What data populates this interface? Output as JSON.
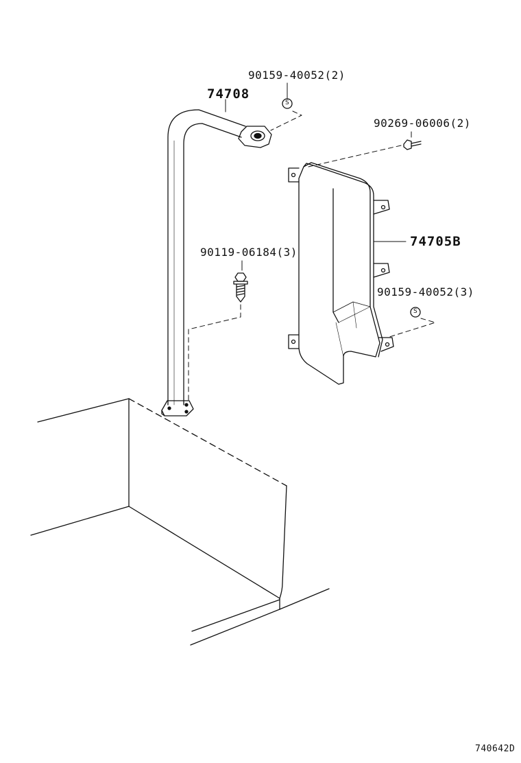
{
  "labels": {
    "p74708": "74708",
    "p90159_top": "90159-40052(2)",
    "p90269": "90269-06006(2)",
    "p74705b": "74705B",
    "p90119": "90119-06184(3)",
    "p90159_right": "90159-40052(3)",
    "diagram_code": "740642D"
  },
  "symbols": {
    "washer_mark": "S"
  },
  "icons": {
    "washer": "washer-icon",
    "bolt": "bolt-icon",
    "screw": "screw-icon"
  },
  "colors": {
    "line": "#111111",
    "background": "#ffffff"
  }
}
